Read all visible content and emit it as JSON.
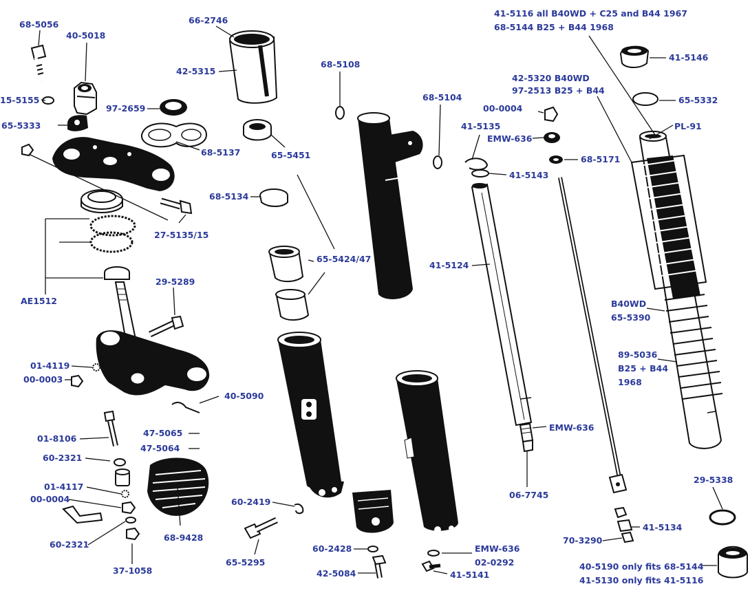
{
  "labels": {
    "p68_5056": "68-5056",
    "p40_5018": "40-5018",
    "p66_2746": "66-2746",
    "p42_5315": "42-5315",
    "p68_5108": "68-5108",
    "p68_5104": "68-5104",
    "p41_5116_line1": "41-5116 all B40WD + C25 and B44 1967",
    "p41_5116_line2": "68-5144 B25 + B44 1968",
    "p41_5146": "41-5146",
    "p42_5320_line1": "42-5320 B40WD",
    "p42_5320_line2": "97-2513 B25 + B44",
    "p65_5332": "65-5332",
    "p15_5155": "15-5155",
    "p97_2659": "97-2659",
    "p00_0004_top": "00-0004",
    "pPL_91": "PL-91",
    "p65_5333": "65-5333",
    "p68_5137": "68-5137",
    "p41_5135": "41-5135",
    "pEMW_636_top": "EMW-636",
    "p65_5451": "65-5451",
    "p68_5171": "68-5171",
    "p41_5143": "41-5143",
    "p68_5134": "68-5134",
    "p27_5135_15": "27-5135/15",
    "p65_5424_47": "65-5424/47",
    "p41_5124": "41-5124",
    "pAE1512": "AE1512",
    "p29_5289": "29-5289",
    "pB40WD": "B40WD",
    "p65_5390": "65-5390",
    "p89_5036": "89-5036",
    "pB25_B44": "B25 + B44",
    "p1968": "1968",
    "p01_4119": "01-4119",
    "p00_0003": "00-0003",
    "p40_5090": "40-5090",
    "p01_8106": "01-8106",
    "p47_5065": "47-5065",
    "p47_5064": "47-5064",
    "pEMW_636_mid": "EMW-636",
    "p60_2321_a": "60-2321",
    "p01_4117": "01-4117",
    "p00_0004_bot": "00-0004",
    "p06_7745": "06-7745",
    "p29_5338": "29-5338",
    "p60_2419": "60-2419",
    "p41_5134": "41-5134",
    "p68_9428": "68-9428",
    "p60_2321_b": "60-2321",
    "p70_3290": "70-3290",
    "pEMW_636_bot": "EMW-636",
    "p02_0292": "02-0292",
    "p60_2428": "60-2428",
    "p65_5295": "65-5295",
    "p40_5190": "40-5190 only fits 68-5144",
    "p41_5130": "41-5130 only fits 41-5116",
    "p37_1058": "37-1058",
    "p42_5084": "42-5084",
    "p41_5141": "41-5141"
  }
}
